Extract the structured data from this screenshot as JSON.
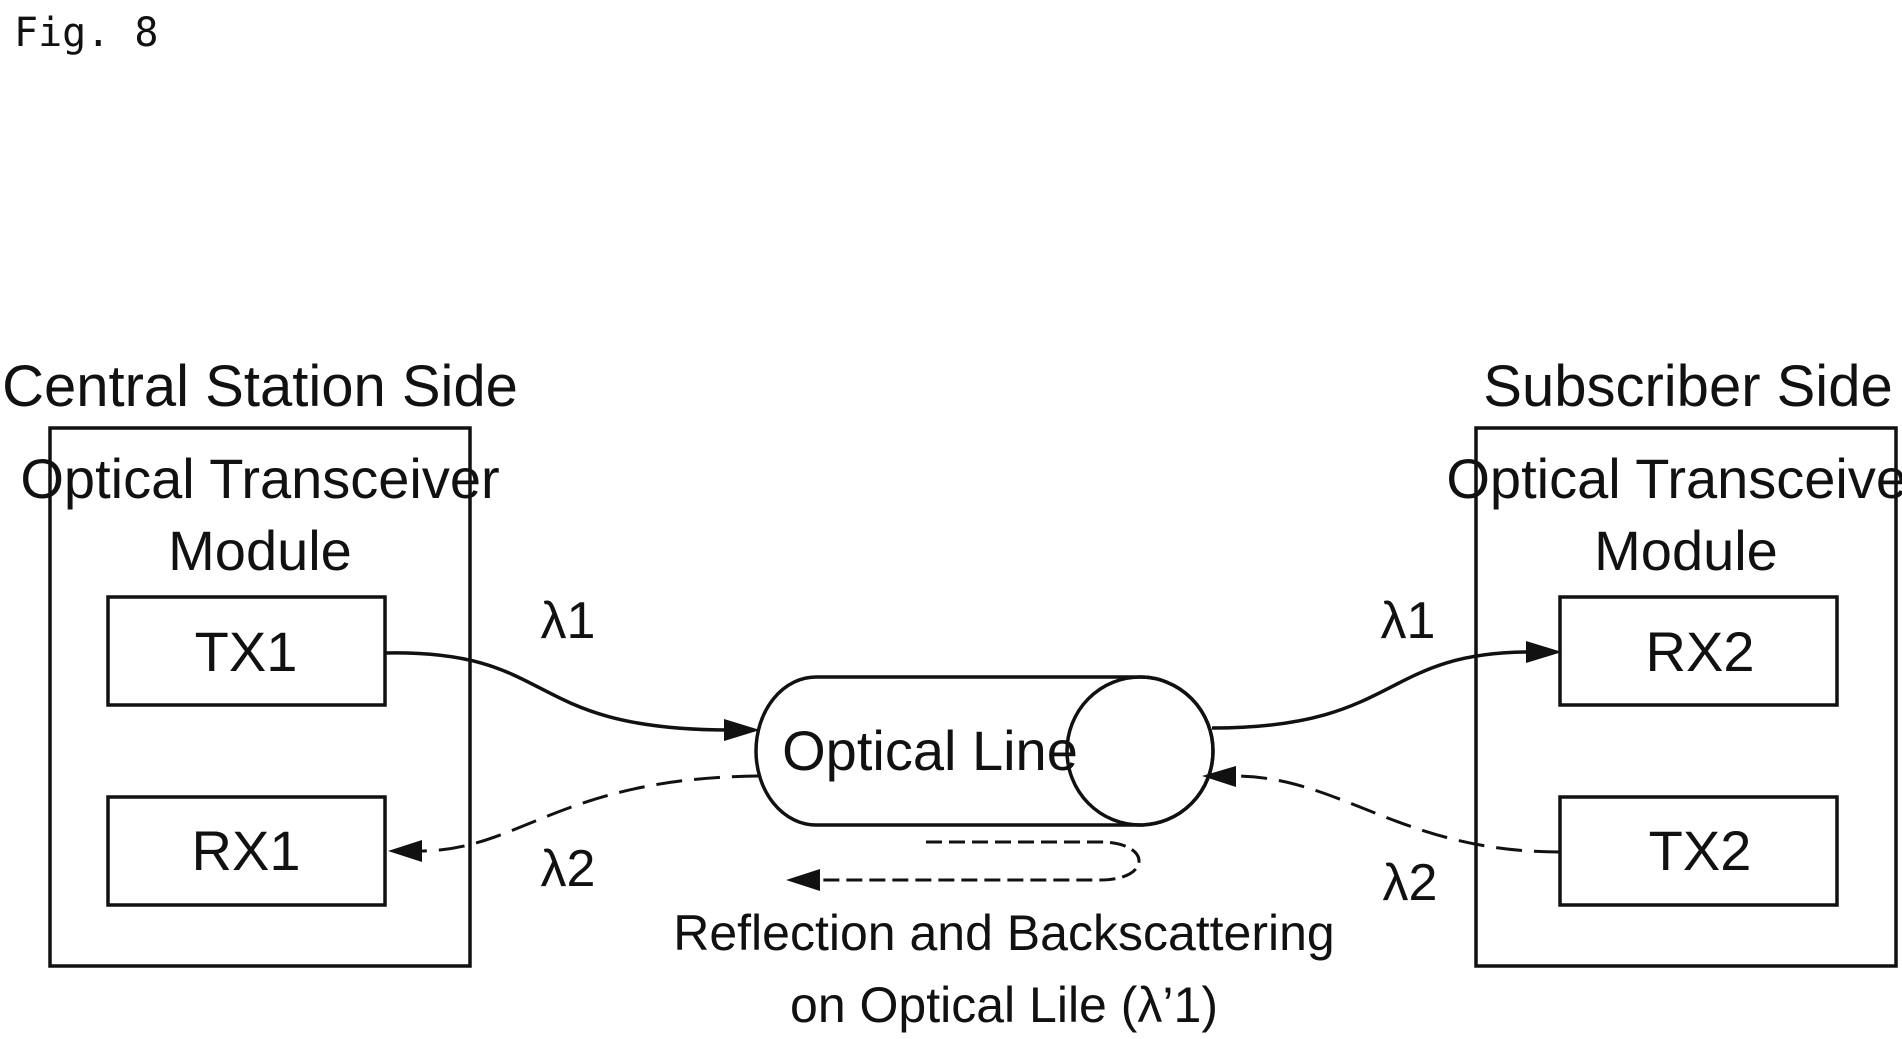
{
  "figure_label": "Fig. 8",
  "central_station": {
    "side_title": "Central Station Side",
    "module_title_line1": "Optical Transceiver",
    "module_title_line2": "Module",
    "tx_label": "TX1",
    "rx_label": "RX1"
  },
  "subscriber": {
    "side_title": "Subscriber Side",
    "module_title_line1": "Optical Transceiver",
    "module_title_line2": "Module",
    "rx_label": "RX2",
    "tx_label": "TX2"
  },
  "optical_line": {
    "label": "Optical Line"
  },
  "wavelengths": {
    "central_lambda1": "λ1",
    "central_lambda2": "λ2",
    "subscriber_lambda1": "λ1",
    "subscriber_lambda2": "λ2"
  },
  "reflection_caption": {
    "line1": "Reflection and Backscattering",
    "line2": "on Optical Lile (λ’1)"
  }
}
